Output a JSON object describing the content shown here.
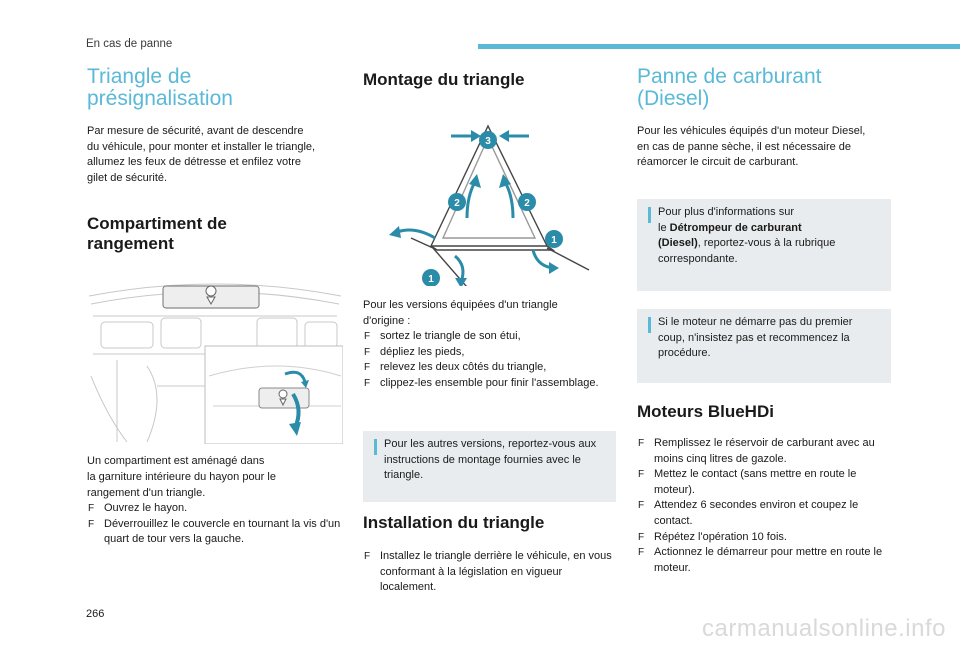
{
  "header": {
    "section": "En cas de panne"
  },
  "page_number": "266",
  "watermark": "carmanualsonline.info",
  "col1": {
    "title_line1": "Triangle de",
    "title_line2": "présignalisation",
    "intro": [
      "Par mesure de sécurité, avant de descendre",
      "du véhicule, pour monter et installer le triangle,",
      "allumez les feux de détresse et enfilez votre",
      "gilet de sécurité."
    ],
    "storage_title_line1": "Compartiment de",
    "storage_title_line2": "rangement",
    "storage_text": [
      "Un compartiment est aménagé dans",
      "la garniture intérieure du hayon pour le",
      "rangement d'un triangle."
    ],
    "storage_steps": [
      "Ouvrez le hayon.",
      "Déverrouillez le couvercle en tournant la vis d'un quart de tour vers la gauche."
    ]
  },
  "col2": {
    "title": "Montage du triangle",
    "diagram_labels": {
      "top": "3",
      "left_mid": "2",
      "right_mid": "2",
      "right_low": "1",
      "left_low": "1"
    },
    "intro": [
      "Pour les versions équipées d'un triangle",
      "d'origine :"
    ],
    "steps": [
      "sortez le triangle de son étui,",
      "dépliez les pieds,",
      "relevez les deux côtés du triangle,",
      "clippez-les ensemble pour finir l'assemblage."
    ],
    "note": "Pour les autres versions, reportez-vous aux instructions de montage fournies avec le triangle.",
    "install_title": "Installation du triangle",
    "install_steps": [
      "Installez le triangle derrière le véhicule, en vous conformant à la législation en vigueur localement."
    ]
  },
  "col3": {
    "title_line1": "Panne de carburant",
    "title_line2": "(Diesel)",
    "intro": [
      "Pour les véhicules équipés d'un moteur Diesel,",
      "en cas de panne sèche, il est nécessaire de",
      "réamorcer le circuit de carburant."
    ],
    "note1_a": "Pour plus d'informations sur",
    "note1_b_prefix": "le ",
    "note1_b_bold": "Détrompeur de carburant",
    "note1_c_bold": "(Diesel)",
    "note1_c_rest": ", reportez-vous à la rubrique",
    "note1_d": "correspondante.",
    "note2": "Si le moteur ne démarre pas du premier coup, n'insistez pas et recommencez la procédure.",
    "bluehdi_title": "Moteurs BlueHDi",
    "bluehdi_steps": [
      "Remplissez le réservoir de carburant avec au moins cinq litres de gazole.",
      "Mettez le contact (sans mettre en route le moteur).",
      "Attendez 6 secondes environ et coupez le contact.",
      "Répétez l'opération 10 fois.",
      "Actionnez le démarreur pour mettre en route le moteur."
    ]
  },
  "colors": {
    "accent": "#5ab9d6",
    "note_bg": "#e9ecee",
    "badge": "#2a8ca8"
  }
}
